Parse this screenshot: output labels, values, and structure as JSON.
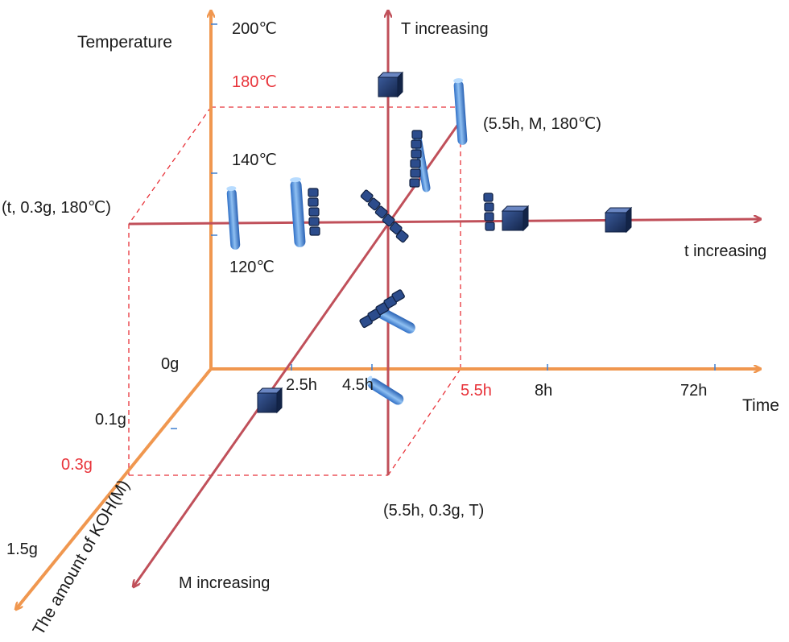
{
  "axes": {
    "temperature_title": "Temperature",
    "time_title": "Time",
    "koh_title": "The amount of KOH(M)"
  },
  "temperature_ticks": [
    "200℃",
    "180℃",
    "140℃",
    "120℃"
  ],
  "time_ticks": [
    "2.5h",
    "4.5h",
    "5.5h",
    "8h",
    "72h"
  ],
  "koh_ticks": [
    "0g",
    "0.1g",
    "0.3g",
    "1.5g"
  ],
  "directions": {
    "t_increasing": "t increasing",
    "T_increasing": "T increasing",
    "M_increasing": "M increasing"
  },
  "points": {
    "p_time_koh_180": "(t, 0.3g, 180℃)",
    "p_55h_M_180": "(5.5h, M, 180℃)",
    "p_55h_03g_T": "(5.5h, 0.3g, T)"
  },
  "colors": {
    "orange_axis": "#f0974f",
    "red_axis": "#c0505a",
    "highlight": "#e8333a",
    "rod": "#4d8fdc",
    "cube": "#1f3a6e"
  }
}
